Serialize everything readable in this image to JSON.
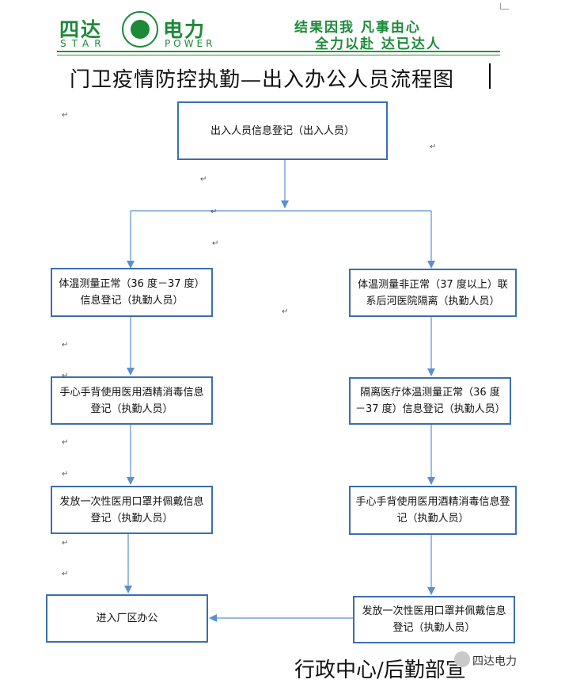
{
  "header": {
    "logo_cn_1": "四达",
    "logo_cn_2": "电力",
    "logo_en_1": "STAR",
    "logo_en_2": "POWER",
    "slogan_line1": "结果因我 凡事由心",
    "slogan_line2": "全力以赴 达已达人",
    "brand_color": "#1d8a3a"
  },
  "title": "门卫疫情防控执勤—出入办公人员流程图",
  "flow": {
    "top": "出入人员信息登记（出入人员）",
    "left": [
      "体温测量正常（36 度－37 度）信息登记（执勤人员）",
      "手心手背使用医用酒精消毒信息登记（执勤人员）",
      "发放一次性医用口罩并佩戴信息登记（执勤人员）"
    ],
    "right": [
      "体温测量非正常（37 度以上）联系后河医院隔离（执勤人员）",
      "隔离医疗体温测量正常（36 度－37 度）信息登记（执勤人员）",
      "手心手背使用医用酒精消毒信息登记（执勤人员）",
      "发放一次性医用口罩并佩戴信息登记（执勤人员）"
    ],
    "end": "进入厂区办公",
    "box_border_color": "#3b6fb0"
  },
  "footer": "行政中心/后勤部宣",
  "watermark": "四达电力"
}
